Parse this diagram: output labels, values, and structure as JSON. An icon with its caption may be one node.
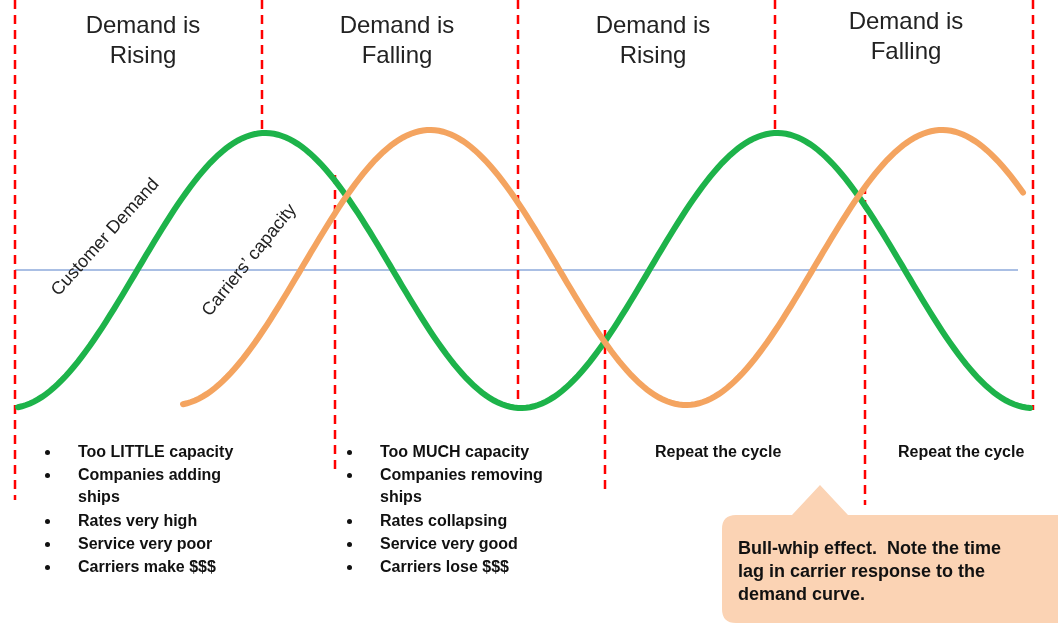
{
  "diagram": {
    "nodes": [
      {
        "text": [
          "Bull-whip effect.  Note the time lag in carrier response to the demand curve."
        ]
      }
    ],
    "labels": [
      "Demand is Rising",
      "Demand is Falling",
      "Demand is Rising",
      "Demand is Falling",
      "Customer Demand",
      "Carriers’ capacity",
      "Too LITTLE capacity",
      "Companies adding ships",
      "Rates very high",
      "Service very poor",
      "Carriers make $$$",
      "Too MUCH capacity",
      "Companies removing ships",
      "Rates collapsing",
      "Service very good",
      "Carriers lose $$$",
      "Repeat the cycle",
      "Repeat the cycle"
    ]
  }
}
